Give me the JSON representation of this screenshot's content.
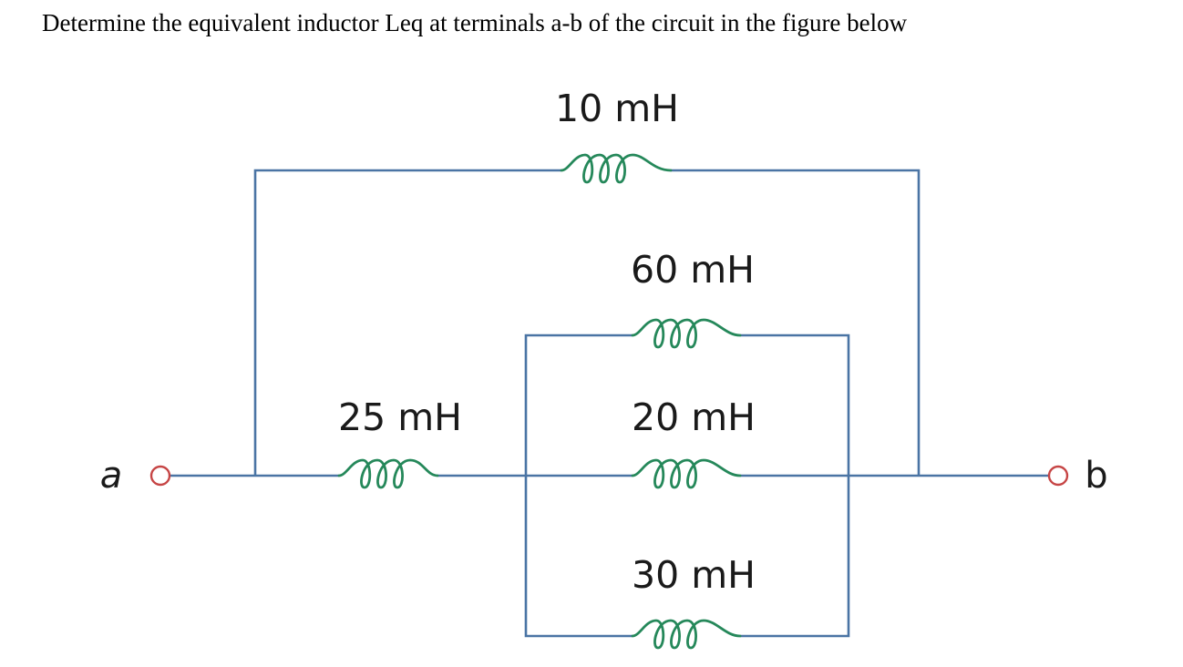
{
  "question": "Determine the equivalent inductor Leq at terminals a-b of the circuit in the figure below",
  "circuit": {
    "terminals": {
      "a": "a",
      "b": "b"
    },
    "inductors": {
      "L10": "10 mH",
      "L25": "25 mH",
      "L60": "60 mH",
      "L20": "20 mH",
      "L30": "30 mH"
    }
  },
  "colors": {
    "wire": "#4a74a4",
    "coil": "#25885a",
    "terminal": "#c64545"
  }
}
